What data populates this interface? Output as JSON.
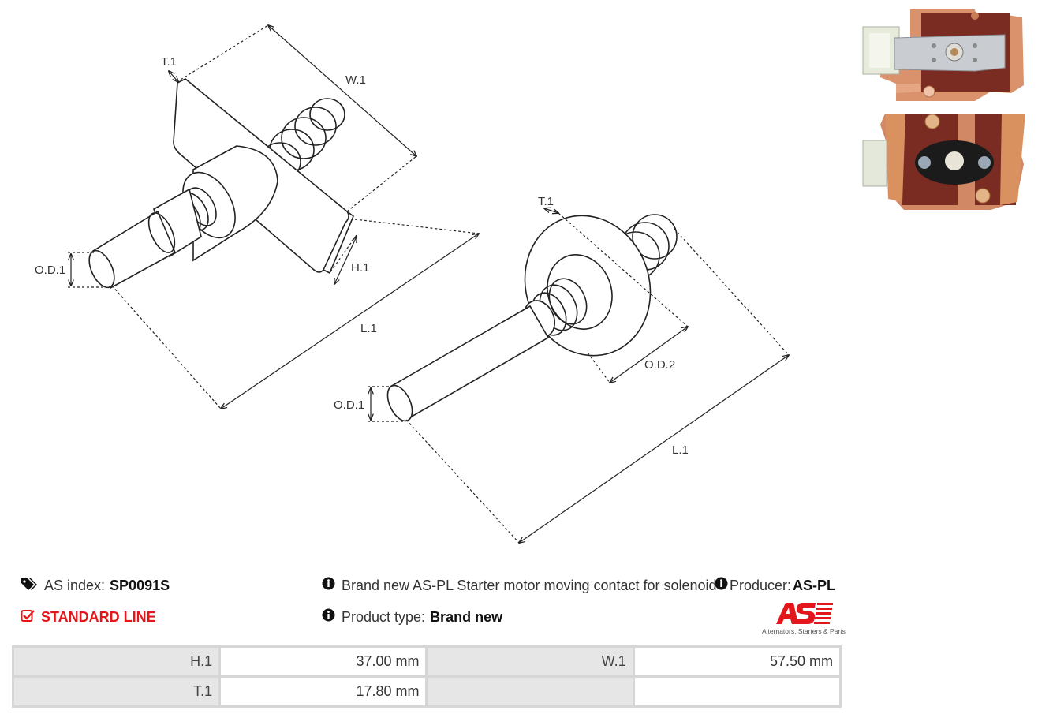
{
  "drawing": {
    "left_labels": {
      "t1": "T.1",
      "w1": "W.1",
      "od1": "O.D.1",
      "h1": "H.1",
      "l1": "L.1"
    },
    "right_labels": {
      "t1": "T.1",
      "od1": "O.D.1",
      "od2": "O.D.2",
      "l1": "L.1"
    }
  },
  "info": {
    "index_label": "AS index:",
    "index_value": "SP0091S",
    "line_label": "STANDARD LINE",
    "description": "Brand new AS-PL Starter motor moving contact for solenoid",
    "product_type_label": "Product type:",
    "product_type_value": "Brand new",
    "producer_label": "Producer:",
    "producer_value": "AS-PL"
  },
  "logo": {
    "mark": "AS",
    "tagline": "Alternators, Starters & Parts",
    "color": "#e3171b"
  },
  "params": [
    {
      "k1": "H.1",
      "v1": "37.00 mm",
      "k2": "W.1",
      "v2": "57.50 mm"
    },
    {
      "k1": "T.1",
      "v1": "17.80 mm",
      "k2": "",
      "v2": ""
    }
  ],
  "colors": {
    "accent": "#e3171b",
    "table_key_bg": "#e6e6e6",
    "table_border": "#d6d6d6"
  },
  "icons": {
    "tags": "tags-icon",
    "check": "checkbox-icon",
    "info": "info-icon"
  }
}
